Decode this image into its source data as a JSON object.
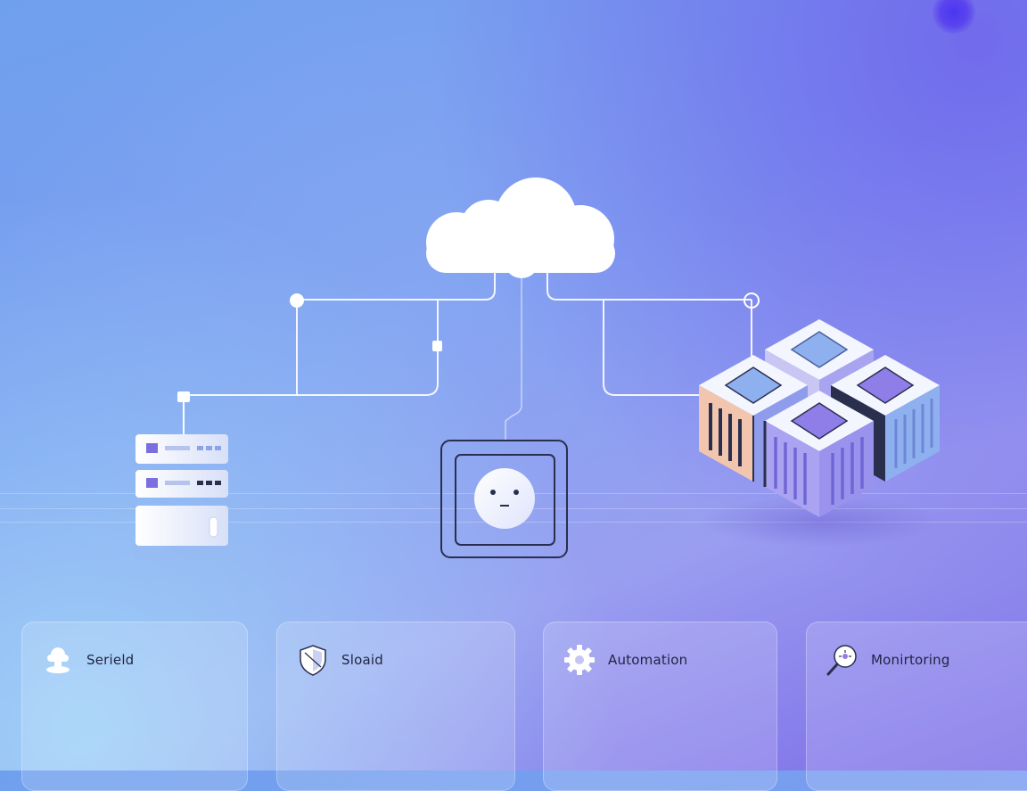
{
  "cards": [
    {
      "label": "Serield",
      "icon": "cloud-stack-icon"
    },
    {
      "label": "Sloaid",
      "icon": "shield-icon"
    },
    {
      "label": "Automation",
      "icon": "gear-icon"
    },
    {
      "label": "Monirtoring",
      "icon": "magnifier-icon"
    }
  ],
  "nodes": [
    "cloud-icon",
    "server-rack-icon",
    "device-face-icon",
    "container-cluster-icon"
  ],
  "colors": {
    "accent_purple": "#7c72e6",
    "accent_blue": "#8aa4ec",
    "accent_peach": "#f2c6ae",
    "stroke_dark": "#2a2f4e",
    "line_white": "#ffffff"
  }
}
